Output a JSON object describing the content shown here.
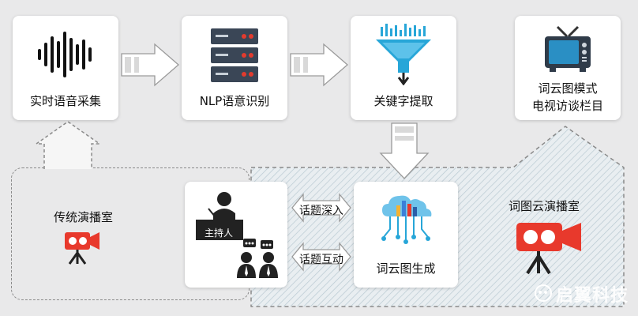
{
  "nodes": {
    "voice_capture": "实时语音采集",
    "nlp": "NLP语意识别",
    "keyword": "关键字提取",
    "tv_program": [
      "词云图模式",
      "电视访谈栏目"
    ],
    "wordcloud_gen": "词云图生成"
  },
  "studios": {
    "traditional": "传统演播室",
    "wordcloud": "词图云演播室"
  },
  "host_badge": "主持人",
  "arrows": {
    "topic_deep": "话题深入",
    "topic_interact": "话题互动"
  },
  "watermark": "启翼科技",
  "colors": {
    "camera_red": "#e8392c",
    "funnel_blue": "#27a6d8",
    "server_dark": "#3a4656",
    "tv_blue": "#2a8fc4"
  }
}
